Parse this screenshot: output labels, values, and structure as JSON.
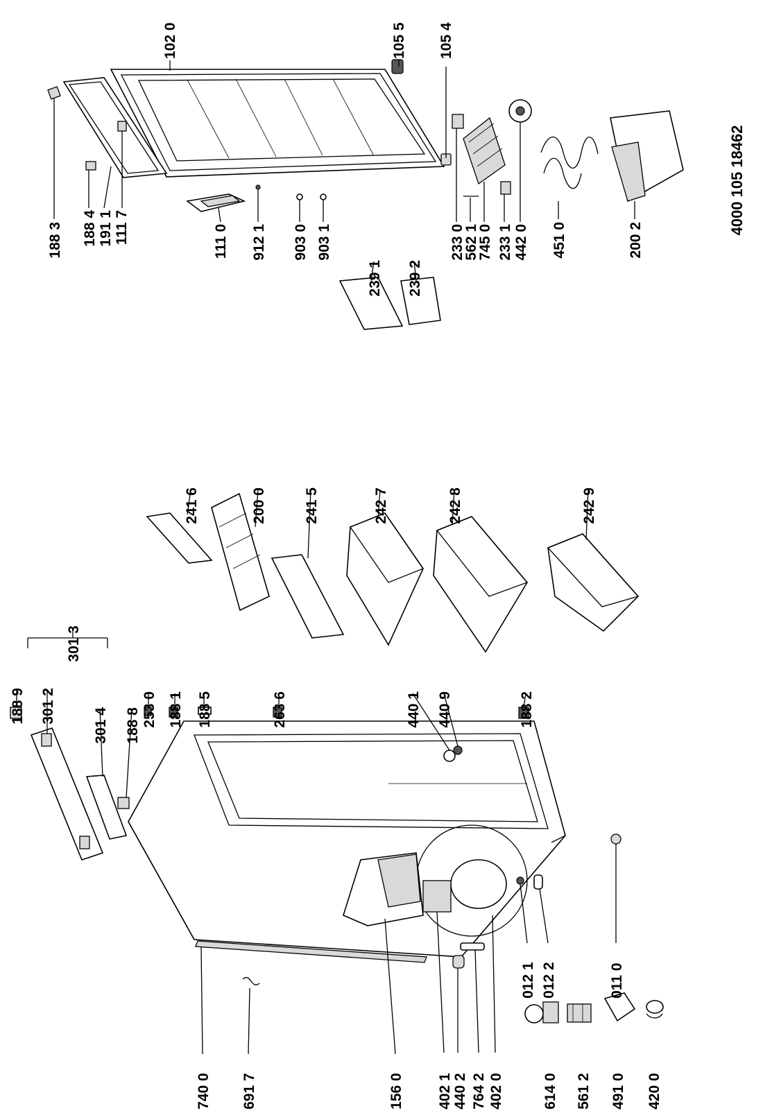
{
  "drawing_code": "4000 105 18462",
  "parts": {
    "p1020": "102 0",
    "p1055": "105 5",
    "p1054": "105 4",
    "p1883": "188 3",
    "p1884": "188 4",
    "p1911": "191 1",
    "p1117": "111 7",
    "p1110": "111 0",
    "p9121": "912 1",
    "p9030": "903 0",
    "p9031": "903 1",
    "p2391": "239 1",
    "p2392": "239 2",
    "p2330": "233 0",
    "p5621": "562 1",
    "p7450": "745 0",
    "p2331": "233 1",
    "p4420": "442 0",
    "p4510": "451 0",
    "p2002": "200 2",
    "p2416": "241 6",
    "p2000": "200 0",
    "p2415": "241 5",
    "p2427": "242 7",
    "p2428": "242 8",
    "p2429": "242 9",
    "p3013": "301 3",
    "p1889": "188 9",
    "p3012": "301 2",
    "p3014": "301 4",
    "p1888": "188 8",
    "p2530": "253 0",
    "p1881": "188 1",
    "p1885": "188 5",
    "p2636": "263 6",
    "p4401": "440 1",
    "p4409": "440 9",
    "p1882": "188 2",
    "p7400": "740 0",
    "p6917": "691 7",
    "p1560": "156 0",
    "p4021": "402 1",
    "p4402": "440 2",
    "p7642": "764 2",
    "p4020": "402 0",
    "p0121": "012 1",
    "p0122": "012 2",
    "p0110": "011 0",
    "p6140": "614 0",
    "p5612": "561 2",
    "p4910": "491 0",
    "p4200": "420 0"
  }
}
